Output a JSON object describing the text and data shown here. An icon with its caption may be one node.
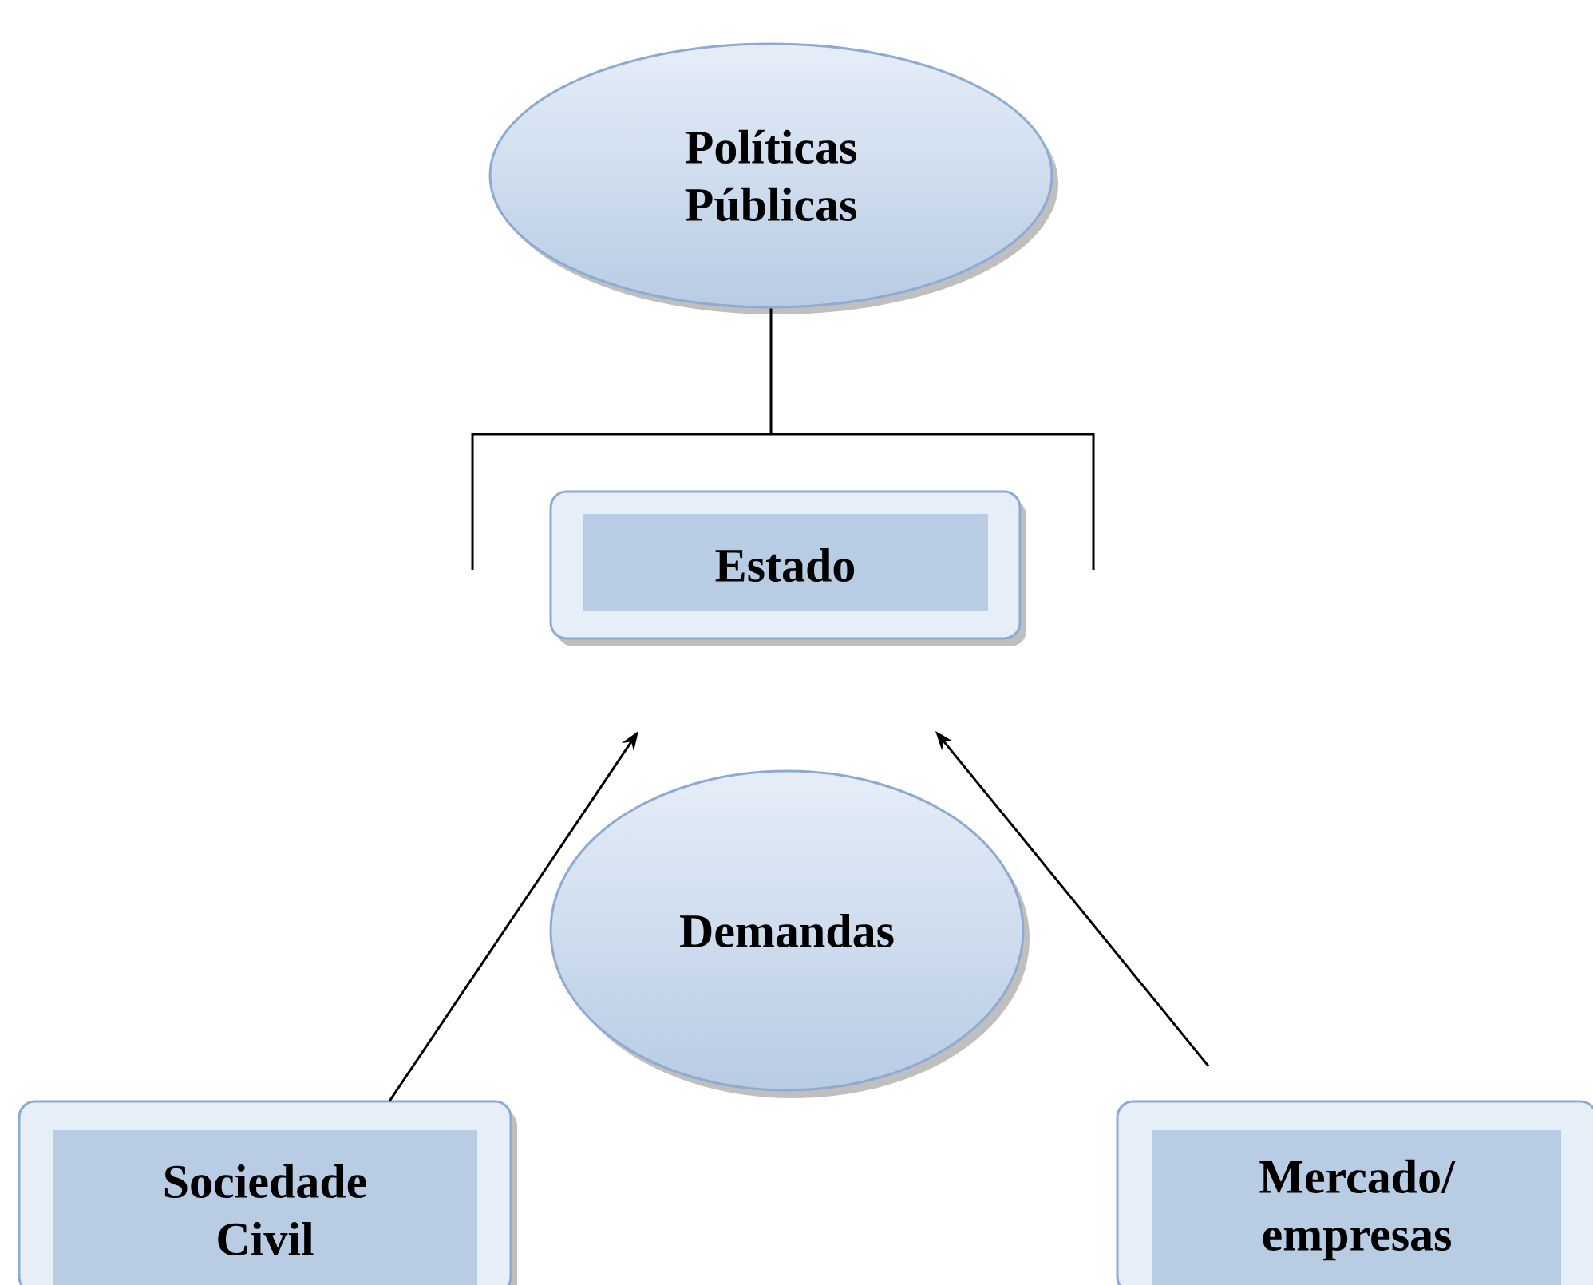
{
  "diagram": {
    "nodes": [
      {
        "text": [
          "Políticas Públicas"
        ]
      },
      {
        "text": [
          "Estado"
        ]
      },
      {
        "text": [
          "Demandas"
        ]
      },
      {
        "text": [
          "Sociedade Civil"
        ]
      },
      {
        "text": [
          "Mercado/ empresas"
        ]
      }
    ],
    "edges": [
      {
        "from": 0,
        "to": null,
        "arrow": "none"
      },
      {
        "from": 3,
        "to": null,
        "arrow": "to"
      },
      {
        "from": 4,
        "to": null,
        "arrow": "to"
      }
    ]
  }
}
